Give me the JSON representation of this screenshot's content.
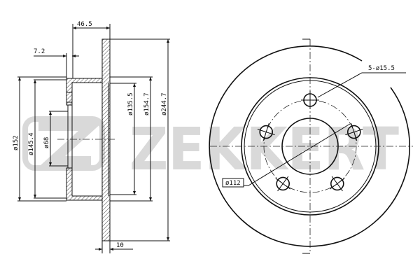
{
  "brand": {
    "name": "ZEKKERT"
  },
  "section_view": {
    "dimensions": {
      "overall_height": "46.5",
      "hat_thickness": "7.2",
      "d_hat_outer": "ø152",
      "d_hat_inner": "ø145.4",
      "d_center_bore": "ø68",
      "d_inner_step": "ø135.5",
      "d_friction_inner": "ø154.7",
      "d_outer": "ø244.7",
      "disc_thickness": "10"
    }
  },
  "front_view": {
    "bolt_holes_label": "5-ø15.5",
    "bolt_circle_label": "ø112",
    "bolt_count": 5
  },
  "colors": {
    "line": "#111111",
    "watermark": "#d9d9d9"
  }
}
